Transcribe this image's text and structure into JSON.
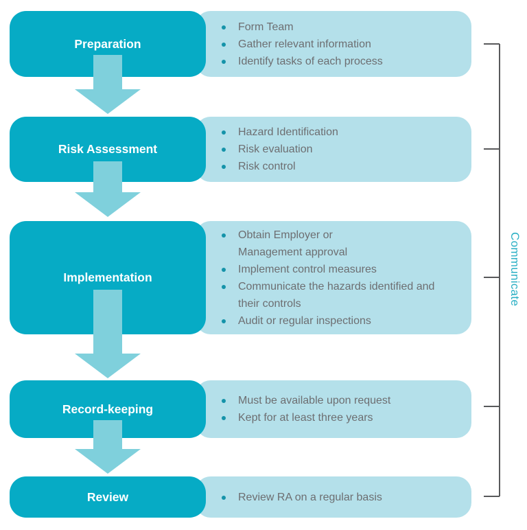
{
  "palette": {
    "stage_box": "#06abc5",
    "bullet_panel": "#b4e0ea",
    "arrow": "#7fd0dc",
    "bullet_dot": "#1593a9",
    "bullet_text": "#6d6e71",
    "bracket_line": "#58595b",
    "side_label_text": "#2aafc4",
    "stage_text": "#ffffff"
  },
  "side_label": "Communicate",
  "rows": [
    {
      "stage": "Preparation",
      "bullets": [
        "Form Team",
        "Gather relevant information",
        "Identify tasks of each process"
      ]
    },
    {
      "stage": "Risk Assessment",
      "bullets": [
        "Hazard Identification",
        "Risk evaluation",
        "Risk control"
      ]
    },
    {
      "stage": "Implementation",
      "bullets": [
        "Obtain Employer or\nManagement approval",
        "Implement control measures",
        "Communicate the hazards identified and\ntheir controls",
        "Audit or regular inspections"
      ]
    },
    {
      "stage": "Record-keeping",
      "bullets": [
        "Must be available upon request",
        "Kept for at least three years"
      ]
    },
    {
      "stage": "Review",
      "bullets": [
        "Review RA on a regular basis"
      ]
    }
  ]
}
